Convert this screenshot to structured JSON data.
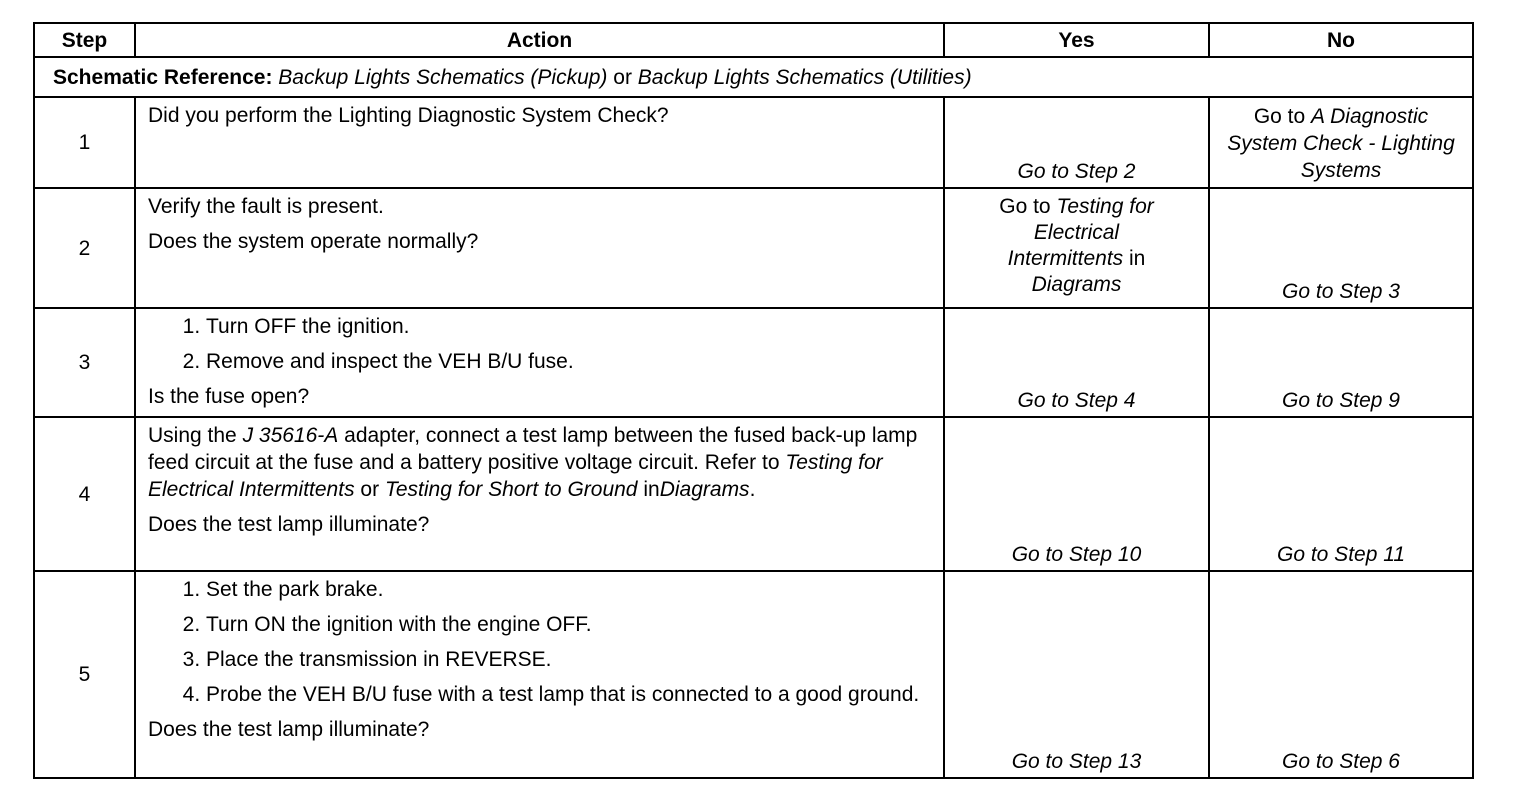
{
  "table": {
    "headers": {
      "step": "Step",
      "action": "Action",
      "yes": "Yes",
      "no": "No"
    },
    "schematic": {
      "label": "Schematic Reference:",
      "link1": "Backup Lights Schematics (Pickup)",
      "or": "or",
      "link2": "Backup Lights Schematics (Utilities)"
    },
    "rows": [
      {
        "step": "1",
        "action": "Did you perform the Lighting Diagnostic System Check?",
        "yes": "Go to Step 2",
        "no_prefix": "Go to",
        "no_link": "A Diagnostic System Check - Lighting Systems"
      },
      {
        "step": "2",
        "action_1": "Verify the fault is present.",
        "action_2": "Does the system operate normally?",
        "yes_prefix": "Go to",
        "yes_link": "Testing for Electrical Intermittents",
        "yes_in": "in",
        "yes_link2": "Diagrams",
        "no": "Go to Step 3"
      },
      {
        "step": "3",
        "list": [
          "Turn OFF the ignition.",
          "Remove and inspect the VEH B/U fuse."
        ],
        "question": "Is the fuse open?",
        "yes": "Go to Step 4",
        "no": "Go to Step 9"
      },
      {
        "step": "4",
        "action_a": "Using the",
        "action_tool": "J 35616-A",
        "action_b": "adapter, connect a test lamp between the fused back-up lamp feed circuit at the fuse and a battery positive voltage circuit. Refer to",
        "action_link1": "Testing for Electrical Intermittents",
        "action_or": "or",
        "action_link2": "Testing for Short to Ground",
        "action_in": "in",
        "action_link3": "Diagrams",
        "action_end": ".",
        "question": "Does the test lamp illuminate?",
        "yes": "Go to Step 10",
        "no": "Go to Step 11"
      },
      {
        "step": "5",
        "list": [
          "Set the park brake.",
          "Turn ON the ignition with the engine OFF.",
          "Place the transmission in REVERSE.",
          "Probe the VEH B/U fuse with a test lamp that is connected to a good ground."
        ],
        "question": "Does the test lamp illuminate?",
        "yes": "Go to Step 13",
        "no": "Go to Step 6"
      }
    ]
  }
}
